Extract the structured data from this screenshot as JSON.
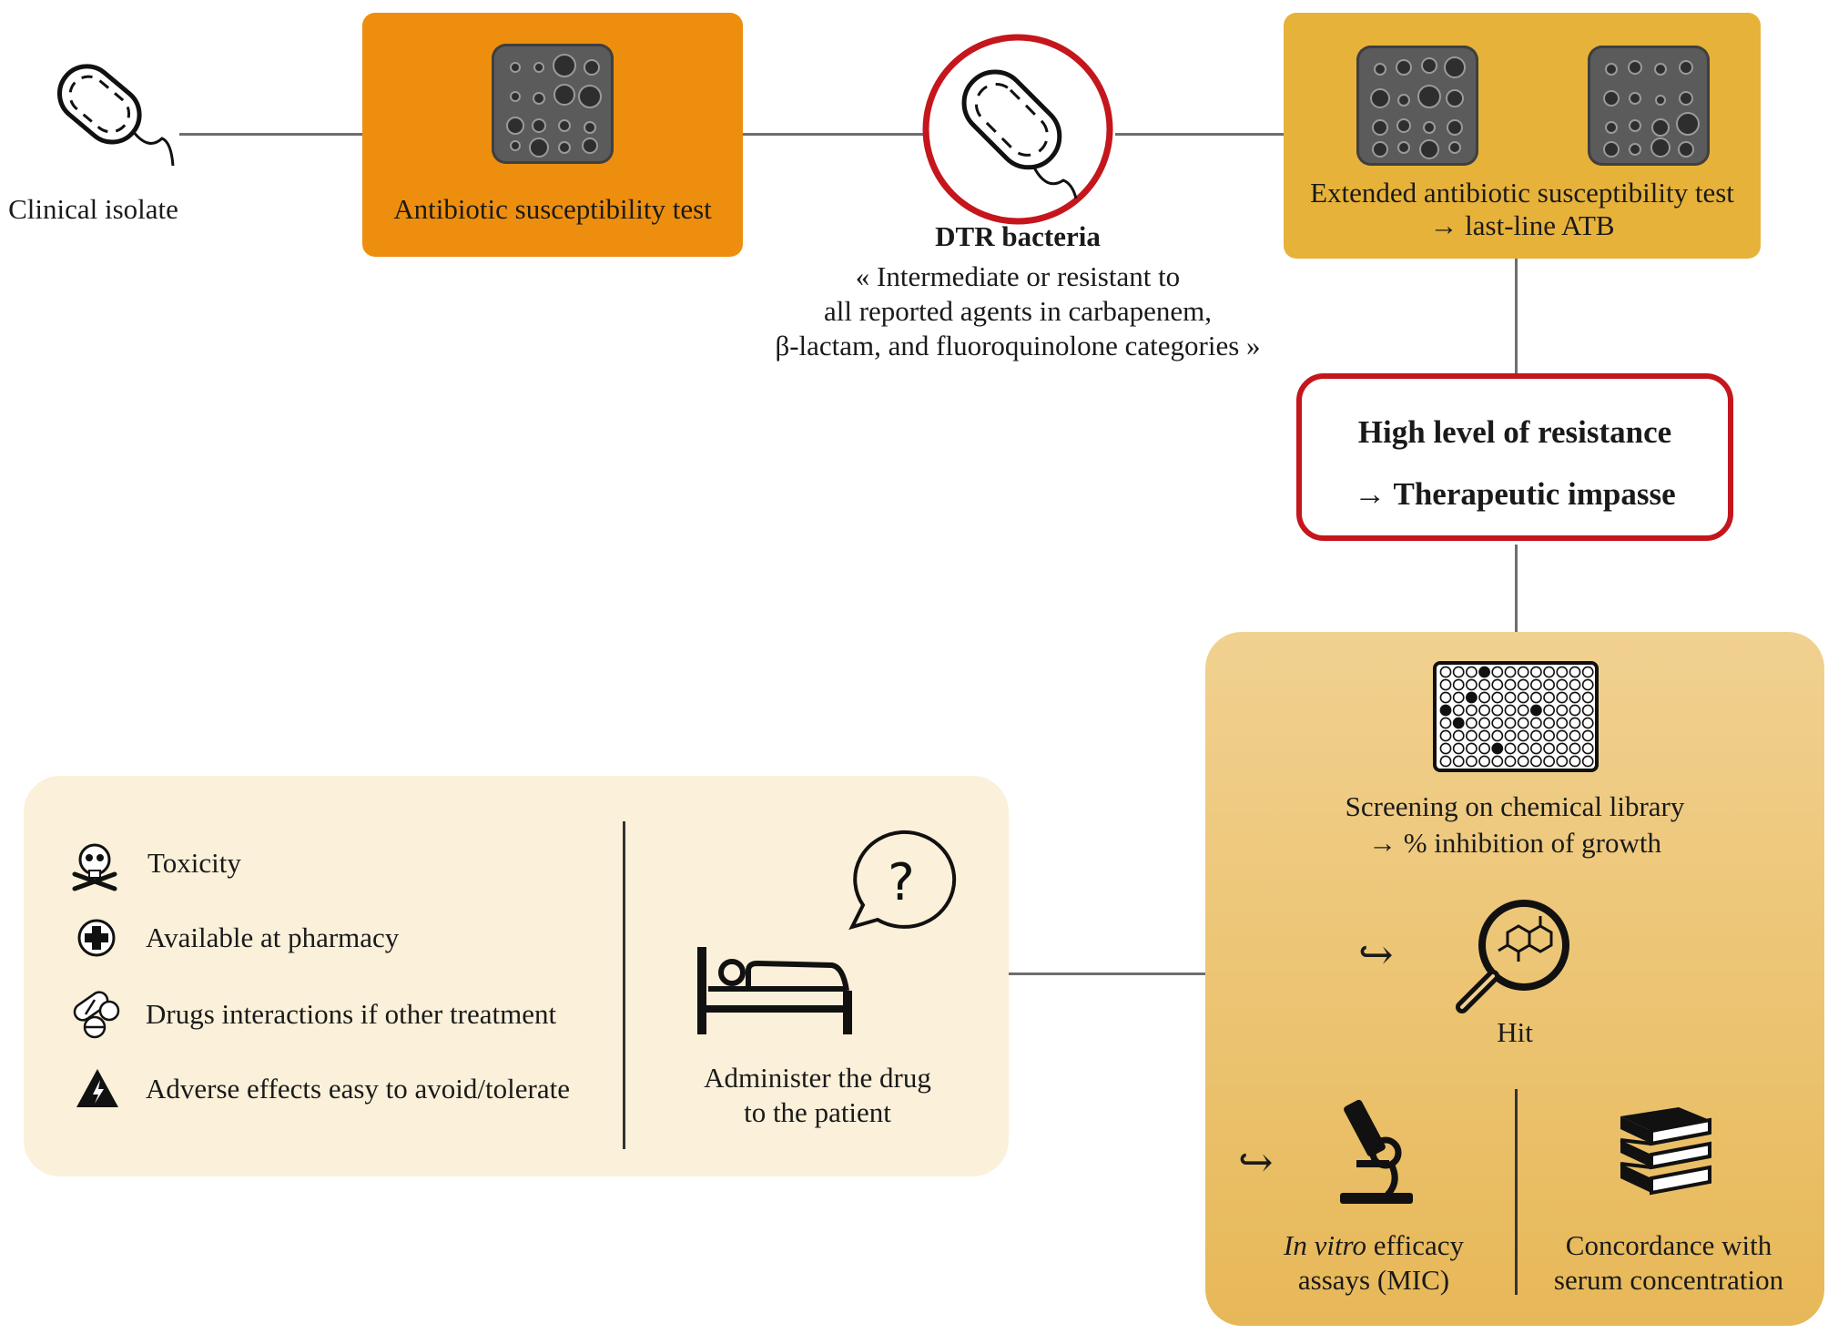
{
  "colors": {
    "orange": "#EE8E0F",
    "gold": "#E7B23A",
    "red": "#C4161C",
    "tan": "#F1D190",
    "cream": "#FBF0D9",
    "line": "#6E6E6E"
  },
  "clinical_isolate": {
    "label": "Clinical isolate",
    "icon": "bacterium-icon"
  },
  "ast": {
    "label": "Antibiotic susceptibility test",
    "icon": "petri-plate-icon"
  },
  "dtr": {
    "title": "DTR bacteria",
    "def_line1": "« Intermediate or resistant to",
    "def_line2": "all reported agents in carbapenem,",
    "def_line3": "β-lactam, and fluoroquinolone categories »",
    "icon": "bacterium-icon"
  },
  "extended": {
    "line1": "Extended antibiotic susceptibility test",
    "line2": "→ last-line ATB",
    "icon": "petri-plate-icon"
  },
  "resistance": {
    "line1": "High level of resistance",
    "line2": "→ Therapeutic impasse"
  },
  "screening": {
    "line1": "Screening on chemical library",
    "line2": "→ % inhibition of growth",
    "icon": "microplate-icon"
  },
  "hit": {
    "label": "Hit",
    "icon": "magnifier-molecule-icon",
    "arrow": "↪"
  },
  "invitro": {
    "italic": "In vitro",
    "rest": " efficacy",
    "line2": "assays (MIC)",
    "icon": "microscope-icon",
    "arrow": "↪"
  },
  "concordance": {
    "line1": "Concordance with",
    "line2": "serum concentration",
    "icon": "books-icon"
  },
  "criteria": [
    {
      "label": "Toxicity",
      "icon": "skull-crossbones-icon"
    },
    {
      "label": "Available at pharmacy",
      "icon": "plus-circle-icon"
    },
    {
      "label": "Drugs interactions if other treatment",
      "icon": "pills-icon"
    },
    {
      "label": "Adverse effects easy to avoid/tolerate",
      "icon": "warning-bolt-icon"
    }
  ],
  "administer": {
    "line1": "Administer the drug",
    "line2": "to the patient",
    "icon": "hospital-bed-icon",
    "bubble_icon": "question-bubble-icon",
    "question_mark": "?"
  }
}
